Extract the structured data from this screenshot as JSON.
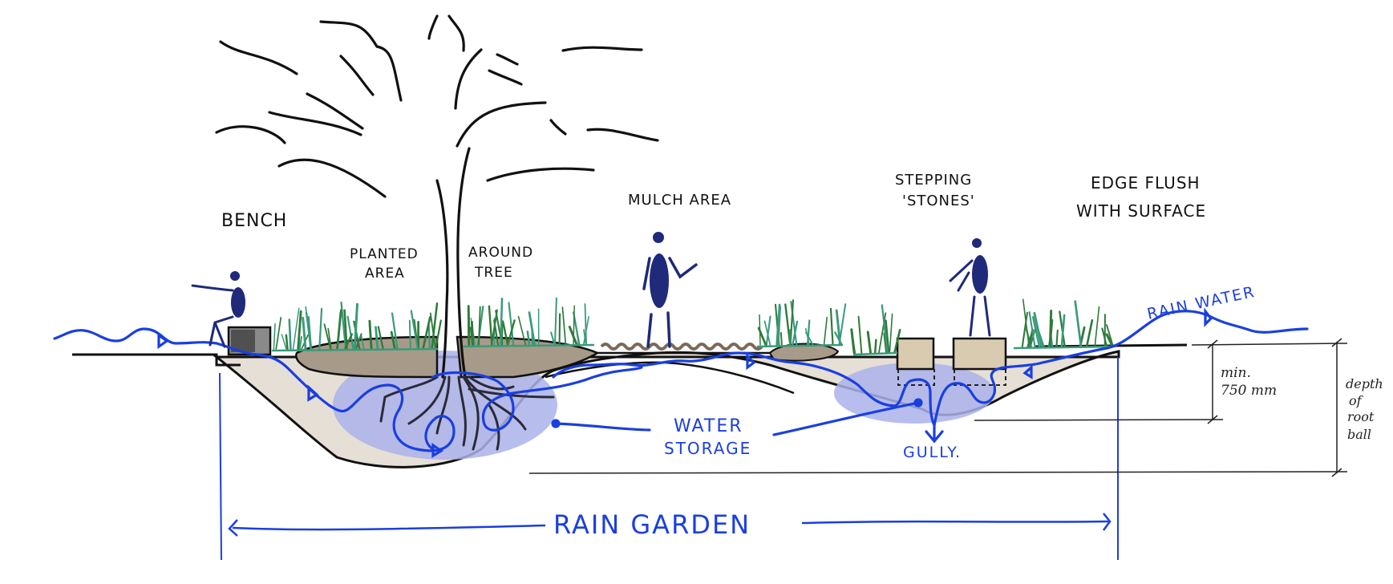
{
  "diagram": {
    "title": "RAIN GARDEN",
    "type": "cross-section sketch",
    "labels": {
      "bench": "BENCH",
      "planted_area": [
        "PLANTED",
        "AREA"
      ],
      "around_tree": [
        "AROUND",
        "TREE"
      ],
      "mulch_area": "MULCH AREA",
      "stepping_stones": [
        "STEPPING",
        "'STONES'"
      ],
      "edge_flush": [
        "EDGE FLUSH",
        "WITH SURFACE"
      ],
      "rainwater": "RAIN WATER",
      "water_storage": [
        "WATER",
        "STORAGE"
      ],
      "gully": "GULLY.",
      "rain_garden": "RAIN GARDEN"
    },
    "dimensions": {
      "min_depth": [
        "min.",
        "750 mm"
      ],
      "root_ball_depth": [
        "depth",
        "of",
        "root",
        "ball"
      ]
    },
    "colors": {
      "water": "#1a3fe0",
      "figure": "#1f2a7a",
      "soil": "#a89a88",
      "substrate": "#e6dfd6",
      "storage": "#aab3ea",
      "plants": "#2f7a3a",
      "plants_teal": "#3a9a7a",
      "stones": "#d9cbb0",
      "mulch": "#7a6a58",
      "ink": "#111111"
    }
  }
}
